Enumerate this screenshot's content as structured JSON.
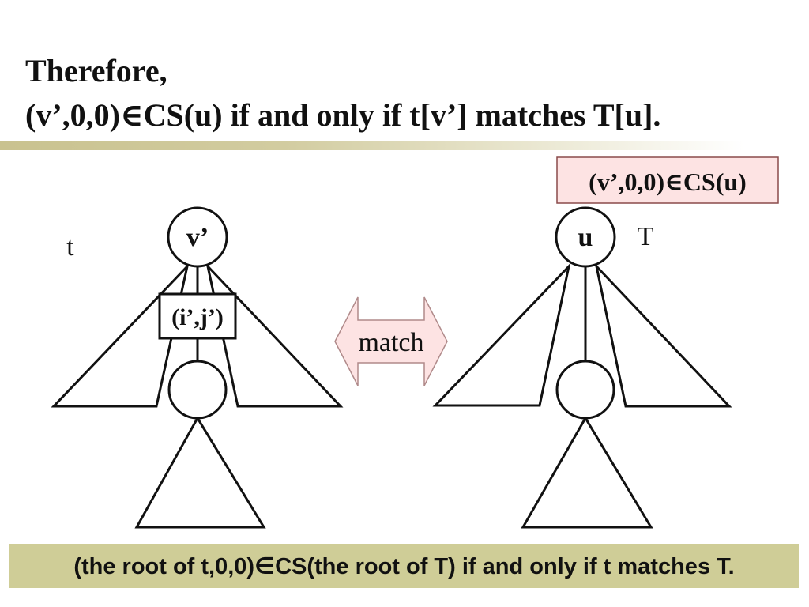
{
  "title": {
    "line1": "Therefore,",
    "line2": "(v’,0,0)∈CS(u) if and only if t[v’] matches T[u]."
  },
  "left_tree": {
    "name_label": "t",
    "root_label": "v’",
    "box_label": "(i’,j’)"
  },
  "right_tree": {
    "name_label": "T",
    "root_label": "u",
    "cs_box_label": "(v’,0,0)∈CS(u)"
  },
  "match_arrow": {
    "label": "match",
    "fill": "#fde3e3"
  },
  "cs_box_fill": "#fde3e3",
  "footer": {
    "text": "(the root of t,0,0)∈CS(the root of T) if and only if t matches T.",
    "background": "#cfcd97"
  },
  "divider_color": "#c9c28f"
}
